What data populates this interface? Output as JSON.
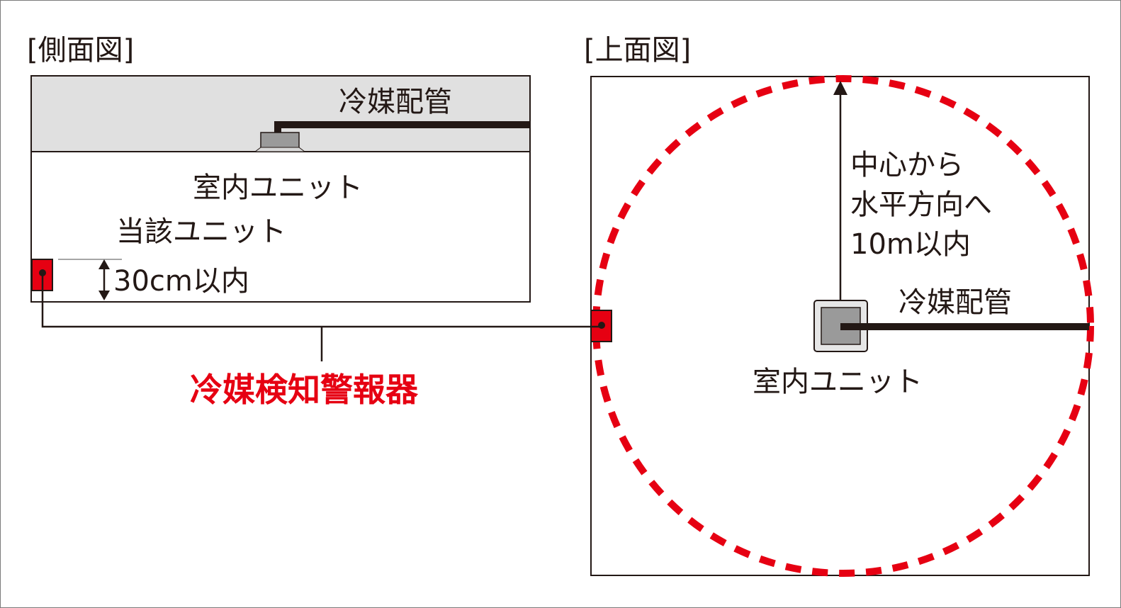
{
  "colors": {
    "accent": "#e60012",
    "line": "#231815",
    "ceiling": "#e0e0e0",
    "unit": "#9a9a9a"
  },
  "side_view": {
    "title": "[側面図]",
    "pipe_label": "冷媒配管",
    "indoor_unit_label": "室内ユニット",
    "target_unit_label": "当該ユニット",
    "height_label": "30cm以内"
  },
  "top_view": {
    "title": "[上面図]",
    "radius_label_1": "中心から",
    "radius_label_2": "水平方向へ",
    "radius_label_3": "10m以内",
    "pipe_label": "冷媒配管",
    "indoor_unit_label": "室内ユニット"
  },
  "detector_label": "冷媒検知警報器",
  "icons": {
    "detector": "detector-icon",
    "indoor_unit": "indoor-unit-icon"
  }
}
